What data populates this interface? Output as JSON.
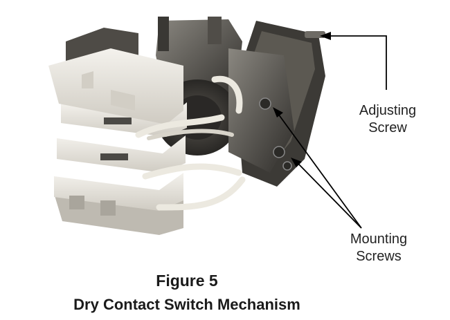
{
  "figure": {
    "number": "Figure 5",
    "caption": "Dry Contact Switch Mechanism"
  },
  "callouts": {
    "adjusting_screw": [
      "Adjusting",
      "Screw"
    ],
    "mounting_screws": [
      "Mounting",
      "Screws"
    ]
  },
  "colors": {
    "ceramic": "#e6e3dc",
    "metal_dark": "#3e3c38",
    "metal_mid": "#6a6760",
    "wire": "#ece9e0",
    "leader": "#000000"
  }
}
